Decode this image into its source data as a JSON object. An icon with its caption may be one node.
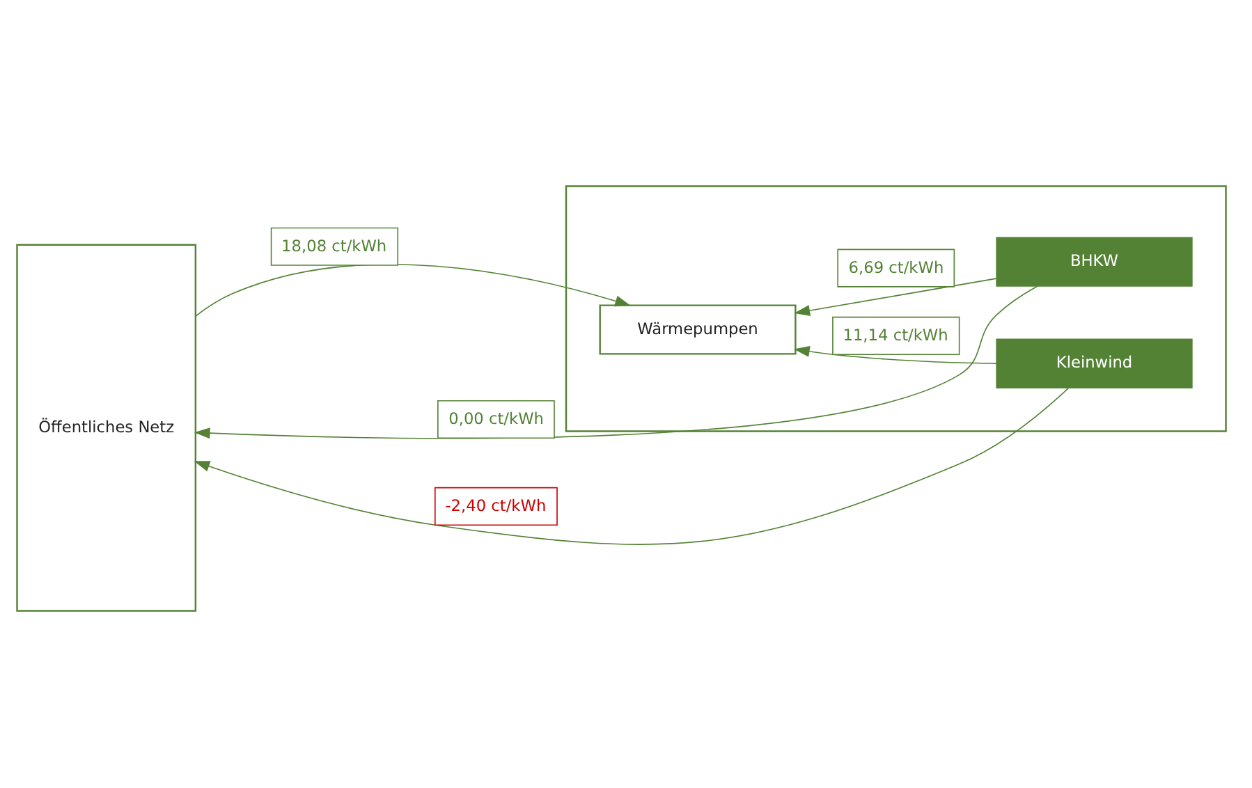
{
  "diagram": {
    "nodes": [
      {
        "text": [
          "Öffentliches Netz"
        ]
      },
      {
        "text": [],
        "shape": "box"
      },
      {
        "text": [
          "BHKW"
        ],
        "in": 1
      },
      {
        "text": [
          "Wärmepumpen"
        ],
        "in": 1
      },
      {
        "text": [
          "Kleinwind"
        ],
        "in": 1
      }
    ],
    "edges": [
      {
        "from": 2,
        "to": 0,
        "arrow": "to",
        "label": "0,00 ct/kWh"
      },
      {
        "from": 2,
        "to": 3,
        "arrow": "to",
        "label": "6,69 ct/kWh"
      },
      {
        "from": 0,
        "to": 3,
        "arrow": "to",
        "label": "18,08 ct/kWh"
      },
      {
        "from": 4,
        "to": 3,
        "arrow": "to",
        "label": "11,14 ct/kWh"
      },
      {
        "from": 4,
        "to": 0,
        "arrow": "to",
        "label": "-2,40 ct/kWh"
      }
    ]
  }
}
